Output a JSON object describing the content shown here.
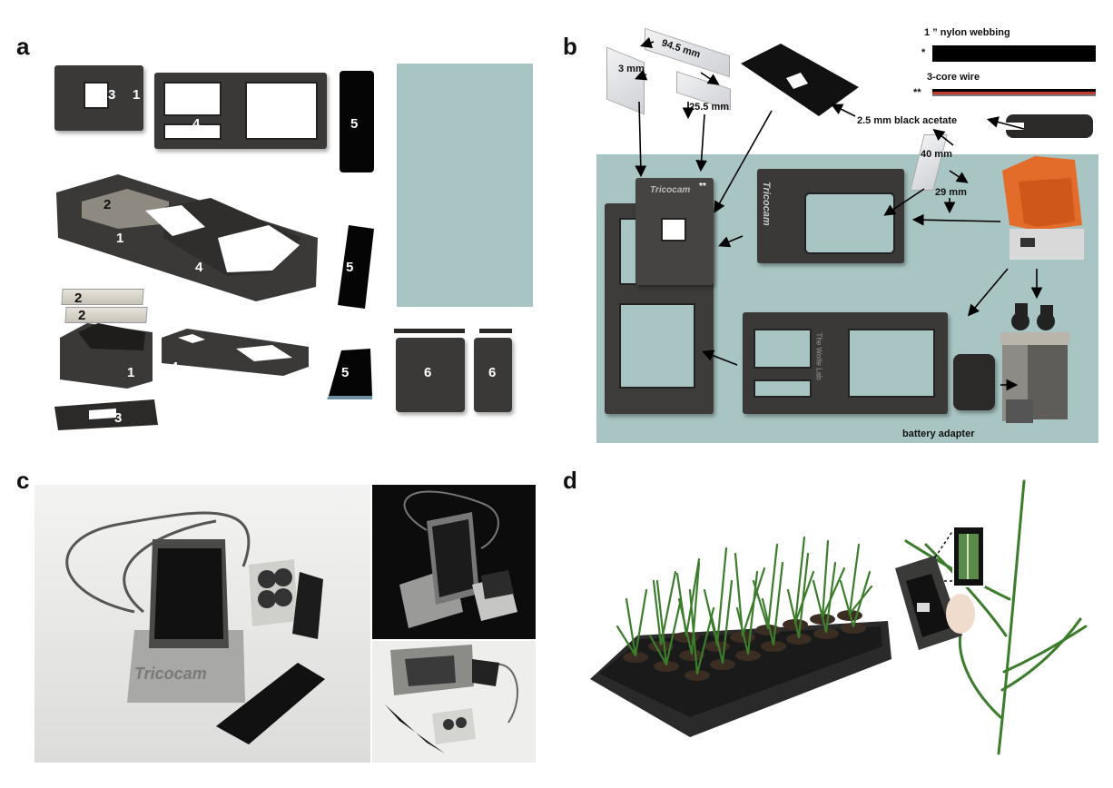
{
  "panels": {
    "a": {
      "letter": "a",
      "part_numbers": [
        "3",
        "1",
        "4",
        "5",
        "2",
        "1",
        "4",
        "5",
        "2",
        "2",
        "1",
        "4",
        "5",
        "3",
        "6",
        "6"
      ]
    },
    "b": {
      "letter": "b",
      "labels": {
        "length_94": "94.5 mm",
        "thickness_3": "3 mm",
        "width_25": "25.5 mm",
        "nylon": "1 ” nylon webbing",
        "star1": "*",
        "wire": "3-core wire",
        "star2": "**",
        "acetate": "2.5 mm black acetate",
        "dim_40": "40 mm",
        "dim_29": "29 mm",
        "battery": "battery adapter",
        "logo_text": "Tricocam",
        "lab_text": "The Wolfe Lab",
        "mini_star": "**"
      }
    },
    "c": {
      "letter": "c",
      "logo_text": "Tricocam"
    },
    "d": {
      "letter": "d"
    }
  },
  "colors": {
    "teal_bg": "#a9c5c3",
    "printed_part": "#3a3937",
    "webbing": "#000000",
    "wire_red": "#c0392b",
    "printer_orange": "#e8641e",
    "plant_green": "#3c7d2c"
  }
}
